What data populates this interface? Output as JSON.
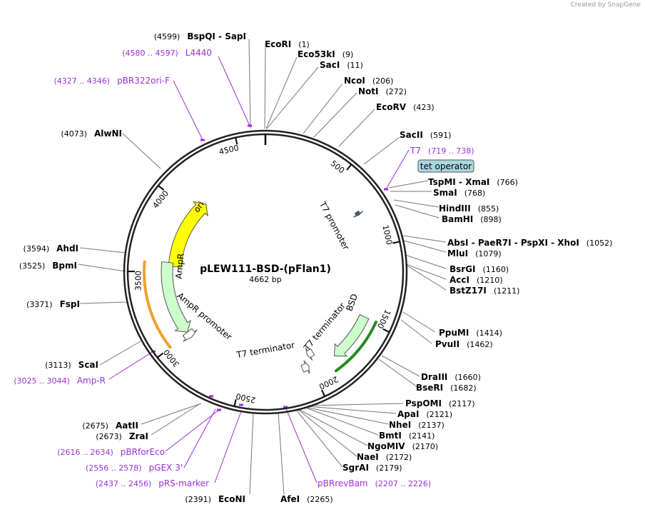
{
  "watermark": {
    "prefix": "Created by",
    "brand": "SnapGene"
  },
  "plasmid": {
    "name": "pLEW111-BSD-(pFlan1)",
    "size_label": "4662 bp",
    "length": 4662
  },
  "ticks": [
    {
      "pos": 500,
      "label": "500"
    },
    {
      "pos": 1000,
      "label": "1000"
    },
    {
      "pos": 1500,
      "label": "1500"
    },
    {
      "pos": 2000,
      "label": "2000"
    },
    {
      "pos": 2500,
      "label": "2500"
    },
    {
      "pos": 3000,
      "label": "3000"
    },
    {
      "pos": 3500,
      "label": "3500"
    },
    {
      "pos": 4000,
      "label": "4000"
    },
    {
      "pos": 4500,
      "label": "4500"
    }
  ],
  "features": [
    {
      "id": "ori",
      "label": "ori",
      "color": "#ffff00",
      "start": 3540,
      "end": 4130,
      "direction": "cw"
    },
    {
      "id": "ampr",
      "label": "AmpR",
      "color": "#ccffcc",
      "start": 3010,
      "end": 3570,
      "direction": "ccw"
    },
    {
      "id": "ampr-promoter",
      "label": "AmpR promoter",
      "color": "#ffffff",
      "start": 2960,
      "end": 3010,
      "direction": "ccw"
    },
    {
      "id": "bsd",
      "label": "BSD",
      "color": "#ccffcc",
      "start": 1480,
      "end": 1820,
      "direction": "cw"
    },
    {
      "id": "t7-term-1",
      "label": "T7 terminator",
      "color": "#ffffff",
      "start": 2010,
      "end": 2060,
      "direction": "ccw"
    },
    {
      "id": "t7-term-2",
      "label": "T7 terminator",
      "color": "#ffffff",
      "start": 1935,
      "end": 1985,
      "direction": "cw"
    },
    {
      "id": "t7-promoter",
      "label": "T7 promoter",
      "color": "#336699",
      "start": 735,
      "end": 760,
      "direction": "cw"
    }
  ],
  "outer_arcs": [
    {
      "id": "amp-r-orf",
      "color": "#f0a030",
      "start": 3000,
      "end": 3560
    },
    {
      "id": "bsd-orf",
      "color": "#228b22",
      "start": 1480,
      "end": 1870
    }
  ],
  "sites": [
    {
      "name": "EcoRI",
      "pos": "(1)"
    },
    {
      "name": "Eco53kI",
      "pos": "(9)"
    },
    {
      "name": "SacI",
      "pos": "(11)"
    },
    {
      "name": "NcoI",
      "pos": "(206)"
    },
    {
      "name": "NotI",
      "pos": "(272)"
    },
    {
      "name": "EcoRV",
      "pos": "(423)"
    },
    {
      "name": "SacII",
      "pos": "(591)"
    },
    {
      "name": "TspMI  - XmaI",
      "pos": "(766)"
    },
    {
      "name": "SmaI",
      "pos": "(768)"
    },
    {
      "name": "HindIII",
      "pos": "(855)"
    },
    {
      "name": "BamHI",
      "pos": "(898)"
    },
    {
      "name": "AbsI  - PaeR7I  - PspXI  - XhoI",
      "pos": "(1052)"
    },
    {
      "name": "MluI",
      "pos": "(1079)"
    },
    {
      "name": "BsrGI",
      "pos": "(1160)"
    },
    {
      "name": "AccI",
      "pos": "(1210)"
    },
    {
      "name": "BstZ17I",
      "pos": "(1211)"
    },
    {
      "name": "PpuMI",
      "pos": "(1414)"
    },
    {
      "name": "PvuII",
      "pos": "(1462)"
    },
    {
      "name": "DraIII",
      "pos": "(1660)"
    },
    {
      "name": "BseRI",
      "pos": "(1682)"
    },
    {
      "name": "PspOMI",
      "pos": "(2117)"
    },
    {
      "name": "ApaI",
      "pos": "(2121)"
    },
    {
      "name": "NheI",
      "pos": "(2137)"
    },
    {
      "name": "BmtI",
      "pos": "(2141)"
    },
    {
      "name": "NgoMIV",
      "pos": "(2170)"
    },
    {
      "name": "NaeI",
      "pos": "(2172)"
    },
    {
      "name": "SgrAI",
      "pos": "(2179)"
    },
    {
      "name": "AfeI",
      "pos": "(2265)"
    },
    {
      "name": "EcoNI",
      "pos": "(2391)"
    },
    {
      "name": "ZraI",
      "pos": "(2673)"
    },
    {
      "name": "AatII",
      "pos": "(2675)"
    },
    {
      "name": "ScaI",
      "pos": "(3113)"
    },
    {
      "name": "FspI",
      "pos": "(3371)"
    },
    {
      "name": "BpmI",
      "pos": "(3525)"
    },
    {
      "name": "AhdI",
      "pos": "(3594)"
    },
    {
      "name": "AlwNI",
      "pos": "(4073)"
    },
    {
      "name": "BspQI  - SapI",
      "pos": "(4599)"
    }
  ],
  "primers": [
    {
      "name": "L4440",
      "range": "(4580 .. 4597)"
    },
    {
      "name": "pBR322ori-F",
      "range": "(4327 .. 4346)"
    },
    {
      "name": "T7",
      "range": "(719 .. 738)"
    },
    {
      "name": "Amp-R",
      "range": "(3025 .. 3044)"
    },
    {
      "name": "pBRforEco",
      "range": "(2616 .. 2634)"
    },
    {
      "name": "pGEX 3'",
      "range": "(2556 .. 2578)"
    },
    {
      "name": "pRS-marker",
      "range": "(2437 .. 2456)"
    },
    {
      "name": "pBRrevBam",
      "range": "(2207 .. 2226)"
    }
  ],
  "tet_operator": {
    "label": "tet operator"
  }
}
